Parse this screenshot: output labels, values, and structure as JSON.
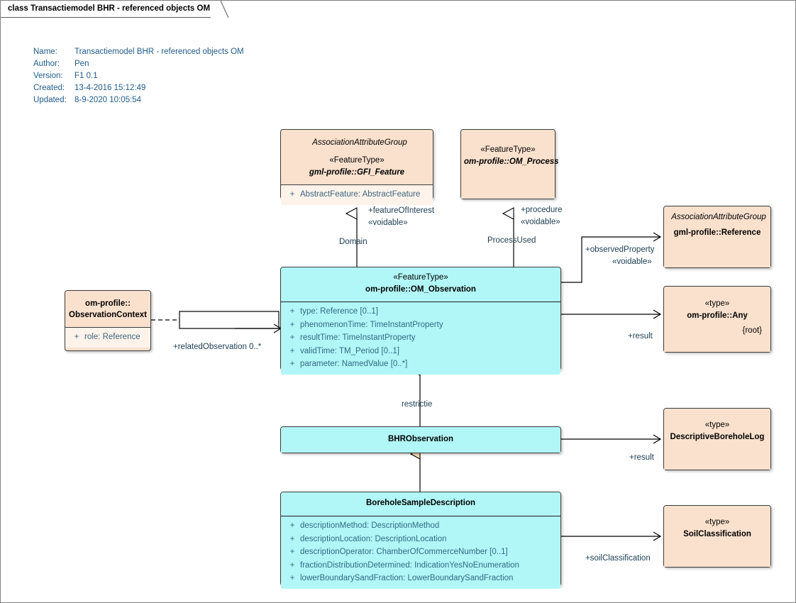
{
  "diagram": {
    "tab_label": "class Transactiemodel BHR - referenced objects OM",
    "metadata": [
      {
        "key": "Name:",
        "value": "Transactiemodel BHR - referenced objects OM"
      },
      {
        "key": "Author:",
        "value": "Pen"
      },
      {
        "key": "Version:",
        "value": "F1 0.1"
      },
      {
        "key": "Created:",
        "value": "13-4-2016 15:12:49"
      },
      {
        "key": "Updated:",
        "value": "8-9-2020 10:05:54"
      }
    ],
    "colors": {
      "beige_fill": "#FAE1CD",
      "beige_attr_fill": "#FDF3EA",
      "cyan_fill": "#B2F7F7",
      "border": "#3b3b3b",
      "label_text": "#1b3d52",
      "meta_text": "#1F5C8B",
      "generalization_arrow_fill": "#F5DEB3"
    }
  },
  "classes": {
    "gfi_feature": {
      "group": "AssociationAttributeGroup",
      "stereotype": "«FeatureType»",
      "name": "gml-profile::GFI_Feature",
      "attributes": [
        {
          "visibility": "+",
          "text": "AbstractFeature: AbstractFeature"
        }
      ]
    },
    "om_process": {
      "stereotype": "«FeatureType»",
      "name": "om-profile::OM_Process",
      "attributes": []
    },
    "reference": {
      "group": "AssociationAttributeGroup",
      "name": "gml-profile::Reference",
      "attributes": []
    },
    "any": {
      "stereotype": "«type»",
      "name": "om-profile::Any",
      "tag": "{root}",
      "attributes": []
    },
    "observation_context": {
      "name_line1": "om-profile::",
      "name_line2": "ObservationContext",
      "attributes": [
        {
          "visibility": "+",
          "text": "role: Reference"
        }
      ]
    },
    "om_observation": {
      "stereotype": "«FeatureType»",
      "name": "om-profile::OM_Observation",
      "attributes": [
        {
          "visibility": "+",
          "text": "type: Reference [0..1]"
        },
        {
          "visibility": "+",
          "text": "phenomenonTime: TimeInstantProperty"
        },
        {
          "visibility": "+",
          "text": "resultTime: TimeInstantProperty"
        },
        {
          "visibility": "+",
          "text": "validTime: TM_Period [0..1]"
        },
        {
          "visibility": "+",
          "text": "parameter: NamedValue [0..*]"
        }
      ]
    },
    "bhr_observation": {
      "name": "BHRObservation",
      "attributes": []
    },
    "borehole_sample_description": {
      "name": "BoreholeSampleDescription",
      "attributes": [
        {
          "visibility": "+",
          "text": "descriptionMethod: DescriptionMethod"
        },
        {
          "visibility": "+",
          "text": "descriptionLocation: DescriptionLocation"
        },
        {
          "visibility": "+",
          "text": "descriptionOperator: ChamberOfCommerceNumber [0..1]"
        },
        {
          "visibility": "+",
          "text": "fractionDistributionDetermined: IndicationYesNoEnumeration"
        },
        {
          "visibility": "+",
          "text": "lowerBoundarySandFraction: LowerBoundarySandFraction"
        }
      ]
    },
    "descriptive_borehole_log": {
      "stereotype": "«type»",
      "name": "DescriptiveBoreholeLog",
      "attributes": []
    },
    "soil_classification": {
      "stereotype": "«type»",
      "name": "SoilClassification",
      "attributes": []
    }
  },
  "connectors": {
    "feature_of_interest": {
      "role": "+featureOfInterest",
      "stereotype": "«voidable»",
      "source_role": "Domain"
    },
    "procedure": {
      "role": "+procedure",
      "stereotype": "«voidable»",
      "source_role": "ProcessUsed"
    },
    "observed_property": {
      "role": "+observedProperty",
      "stereotype": "«voidable»"
    },
    "result_any": {
      "role": "+result"
    },
    "related_observation": {
      "role": "+relatedObservation 0..*"
    },
    "restrictie": {
      "role": "restrictie"
    },
    "result_log": {
      "role": "+result"
    },
    "soil_classification": {
      "role": "+soilClassification"
    }
  }
}
